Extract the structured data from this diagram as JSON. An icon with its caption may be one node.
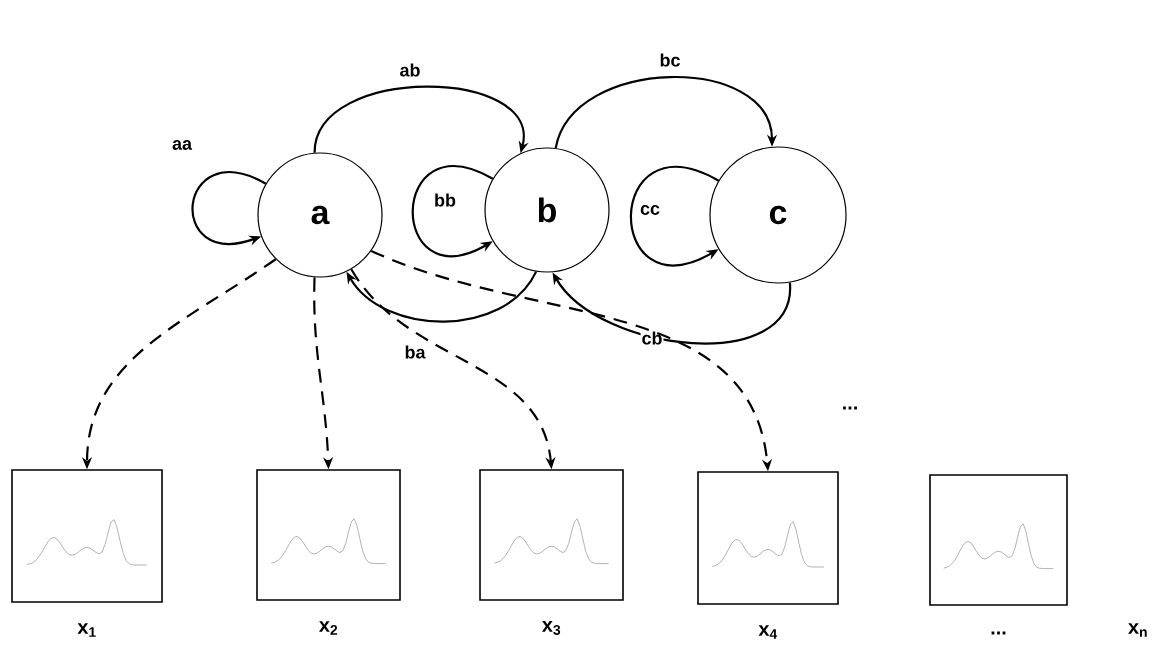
{
  "diagram": {
    "nodes": [
      {
        "text": [
          "a"
        ]
      },
      {
        "text": [
          "b"
        ]
      },
      {
        "text": [
          "c"
        ]
      },
      {
        "text": [],
        "shape": "picture",
        "beside": [
          "x$_{1}$"
        ]
      },
      {
        "text": [],
        "shape": "picture",
        "beside": [
          "x$_{2}$"
        ]
      },
      {
        "text": [],
        "shape": "picture",
        "beside": [
          "x$_{3}$"
        ]
      },
      {
        "text": [],
        "shape": "picture",
        "beside": [
          "x$_{4}$"
        ]
      },
      {
        "text": [],
        "shape": "picture",
        "beside": [
          "..."
        ]
      }
    ],
    "edges": [
      {
        "from": 0,
        "to": 0,
        "arrow": "to",
        "label": "aa"
      },
      {
        "from": 0,
        "to": 1,
        "arrow": "to",
        "label": "ab"
      },
      {
        "from": 1,
        "to": 2,
        "arrow": "to",
        "label": "bc"
      },
      {
        "from": 1,
        "to": 1,
        "arrow": "to",
        "label": "bb"
      },
      {
        "from": 2,
        "to": 2,
        "arrow": "to",
        "label": "cc"
      },
      {
        "from": 1,
        "to": 0,
        "arrow": "to",
        "label": "ba"
      },
      {
        "from": 2,
        "to": 1,
        "arrow": "to",
        "label": "cb"
      },
      {
        "from": 0,
        "to": 3,
        "arrow": "to",
        "style": "dashed"
      },
      {
        "from": 0,
        "to": 4,
        "arrow": "to",
        "style": "dashed"
      },
      {
        "from": 0,
        "to": 5,
        "arrow": "to",
        "style": "dashed"
      },
      {
        "from": 0,
        "to": 6,
        "arrow": "to",
        "style": "dashed"
      }
    ],
    "labels": [
      "...",
      "x$_{n}$"
    ]
  }
}
